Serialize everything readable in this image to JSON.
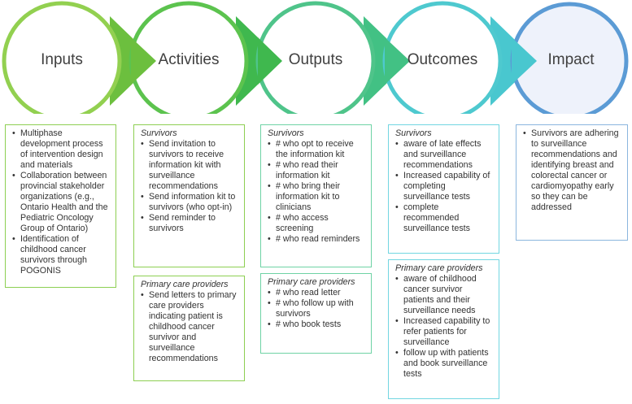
{
  "stages": [
    {
      "label": "Inputs",
      "fill": "#ffffff",
      "stroke": "#92d050"
    },
    {
      "label": "Activities",
      "fill": "#ffffff",
      "stroke": "#5cc34e"
    },
    {
      "label": "Outputs",
      "fill": "#ffffff",
      "stroke": "#4fc48a"
    },
    {
      "label": "Outcomes",
      "fill": "#ffffff",
      "stroke": "#4ec9cf"
    },
    {
      "label": "Impact",
      "fill": "#eef2fb",
      "stroke": "#5b9bd5"
    }
  ],
  "arrow_colors": [
    "#6cbf3e",
    "#3fb84e",
    "#42c184",
    "#49c7cf"
  ],
  "inputs_box": {
    "items": [
      "Multiphase development process of intervention design and materials",
      "Collaboration between provincial stakeholder organizations (e.g., Ontario Health and the Pediatric Oncology Group of Ontario)",
      "Identification of childhood cancer survivors through POGONIS"
    ]
  },
  "activities_survivors": {
    "heading": "Survivors",
    "items": [
      "Send invitation to survivors to receive information kit with surveillance recommendations",
      "Send information kit to survivors (who opt-in)",
      "Send reminder to survivors"
    ]
  },
  "activities_pcp": {
    "heading": "Primary care providers",
    "items": [
      "Send letters to primary care providers indicating patient is childhood cancer survivor and surveillance recommendations"
    ]
  },
  "outputs_survivors": {
    "heading": "Survivors",
    "items": [
      "# who opt to receive the information kit",
      "# who read their information kit",
      "# who bring their information kit to clinicians",
      "# who access screening",
      "# who read reminders"
    ]
  },
  "outputs_pcp": {
    "heading": "Primary care providers",
    "items": [
      "# who read letter",
      "# who follow up with survivors",
      "# who book tests"
    ]
  },
  "outcomes_survivors": {
    "heading": "Survivors",
    "items": [
      "aware of late effects and surveillance recommendations",
      "Increased capability of completing surveillance tests",
      "complete recommended surveillance tests"
    ]
  },
  "outcomes_pcp": {
    "heading": "Primary care providers",
    "items": [
      "aware of childhood cancer survivor patients and their surveillance needs",
      "Increased capability to refer patients for surveillance",
      "follow up with patients and book surveillance tests"
    ]
  },
  "impact_box": {
    "items": [
      "Survivors are adhering to surveillance recommendations and identifying breast and colorectal cancer or cardiomyopathy early so they can be addressed"
    ]
  }
}
